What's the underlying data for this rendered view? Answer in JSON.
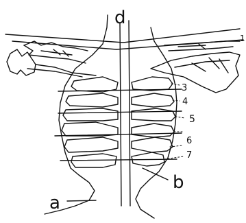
{
  "diagram": {
    "labels": {
      "top": "d",
      "left_bottom": "a",
      "right_bottom": "b",
      "side_1": "1",
      "side_3": "3",
      "side_4": "4",
      "side_5": "5",
      "side_6": "6",
      "side_7": "7"
    },
    "colors": {
      "ink": "#111111",
      "paper": "#ffffff"
    }
  }
}
